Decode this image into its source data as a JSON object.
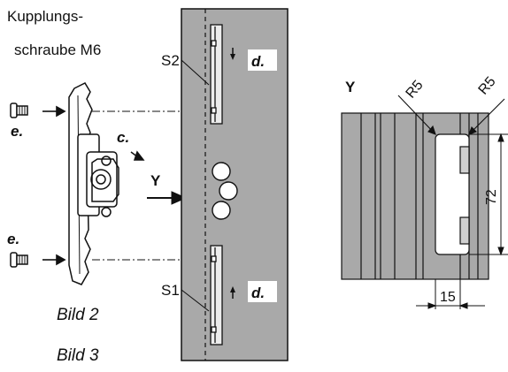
{
  "labels": {
    "screw_line1": "Kupplungs-",
    "screw_line2": "schraube M6",
    "s2": "S2",
    "s1": "S1",
    "d_top": "d.",
    "d_bottom": "d.",
    "c": "c.",
    "e_top": "e.",
    "e_bottom": "e.",
    "y_left": "Y",
    "y_right": "Y",
    "fig2": "Bild 2",
    "fig3": "Bild 3"
  },
  "dimensions": {
    "radius_left": "R5",
    "radius_right": "R5",
    "height": "72",
    "width": "15"
  },
  "colors": {
    "panel": "#a9a9a9",
    "panel_dark": "#8e8e8e",
    "line": "#111111",
    "rail": "#ececec",
    "label_box": "#ffffff"
  }
}
